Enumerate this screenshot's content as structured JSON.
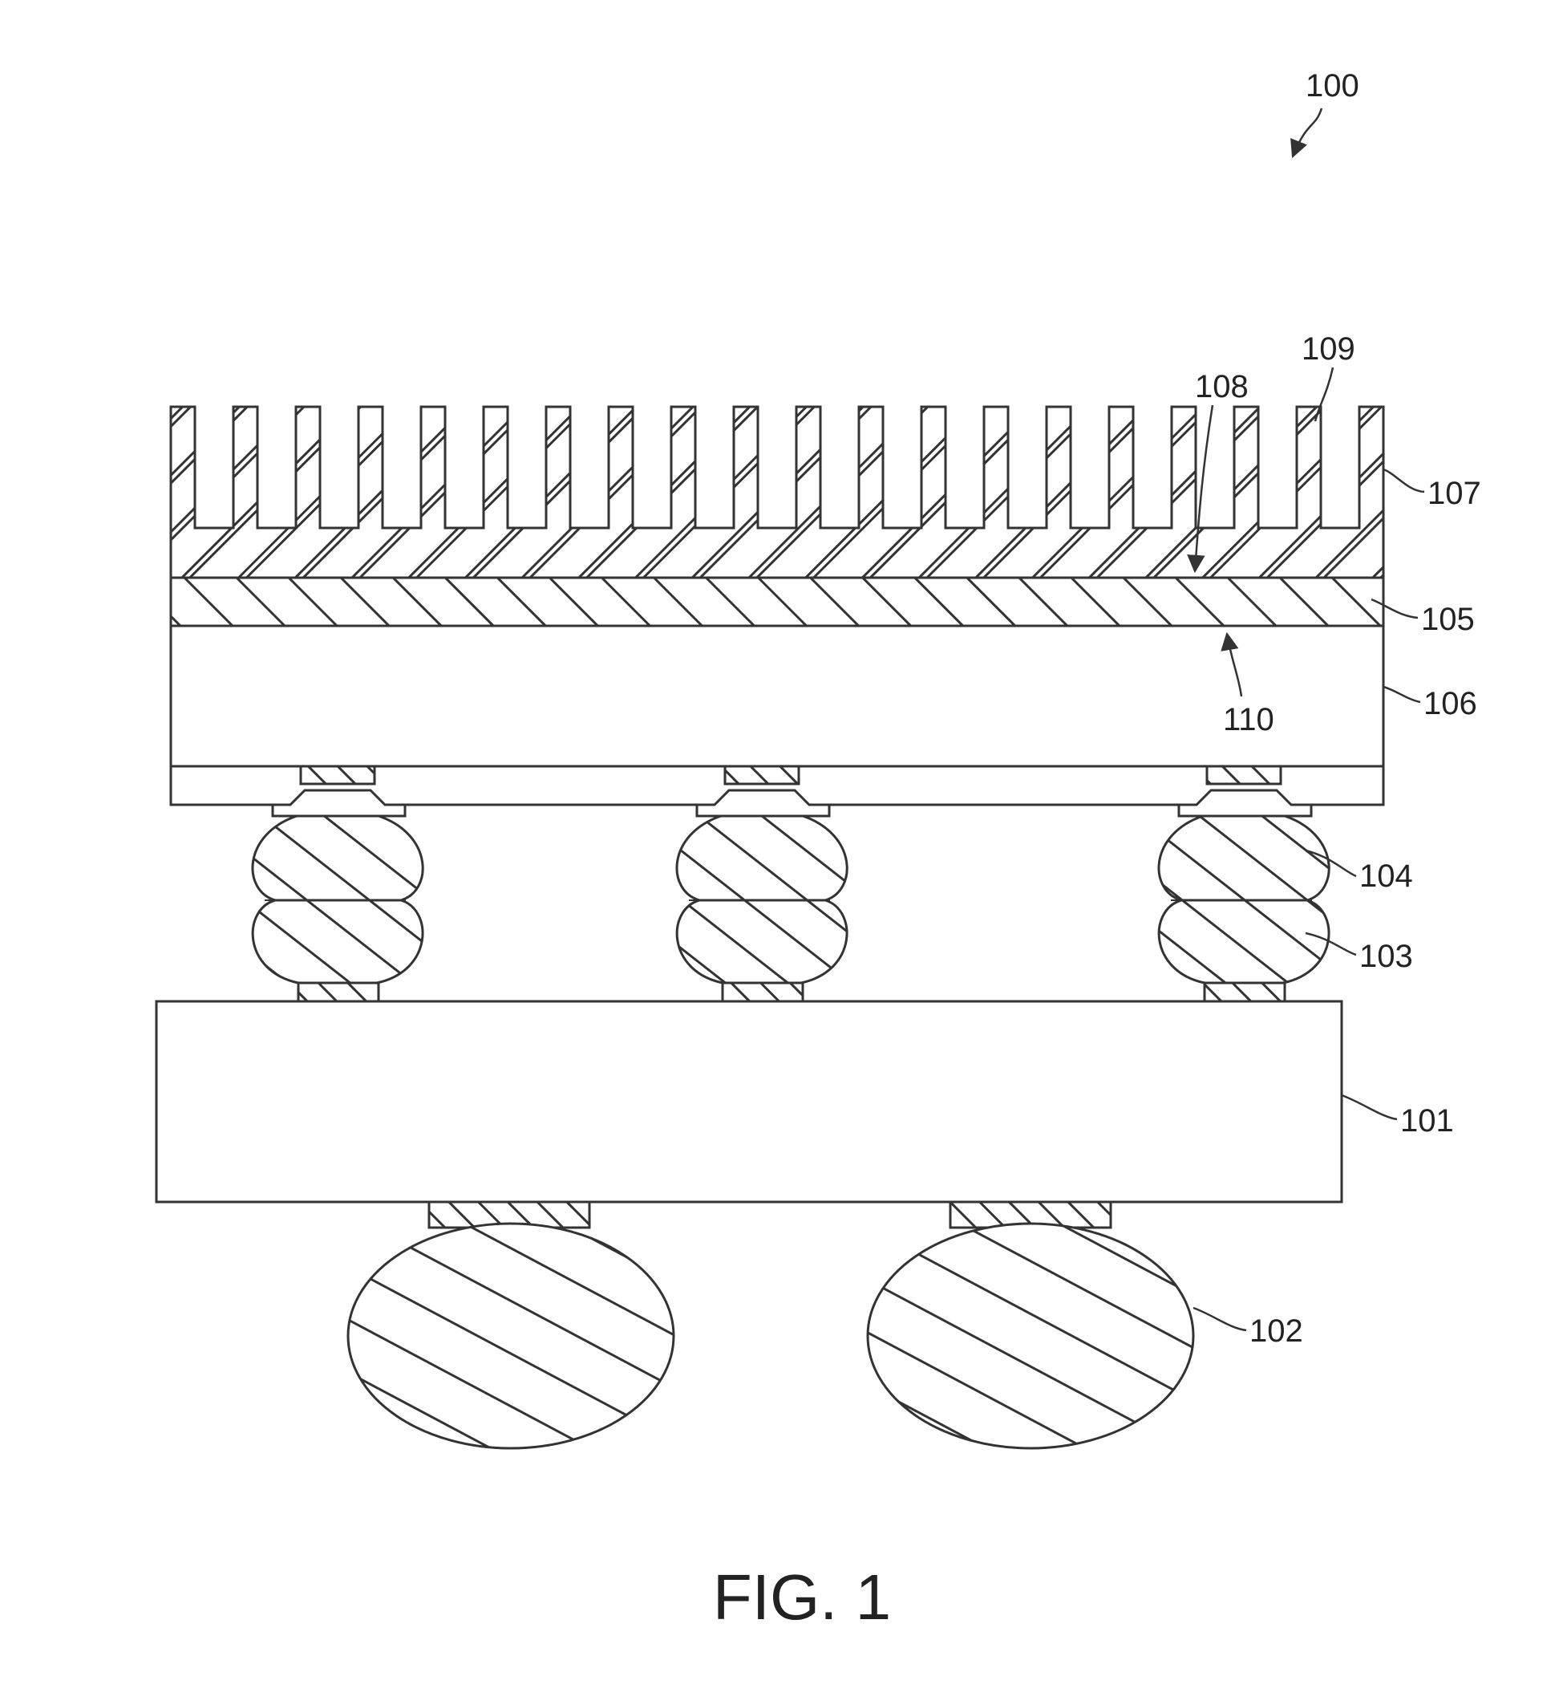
{
  "figure": {
    "caption": "FIG. 1",
    "colors": {
      "ink": "#333333",
      "background": "#ffffff"
    },
    "labels": {
      "assembly": "100",
      "substrate": "101",
      "bga_balls": "102",
      "lower_bumps": "103",
      "upper_bumps": "104",
      "tim_layer": "105",
      "die": "106",
      "heat_sink": "107",
      "heat_sink_surface": "108",
      "fins": "109",
      "die_surface": "110"
    }
  }
}
